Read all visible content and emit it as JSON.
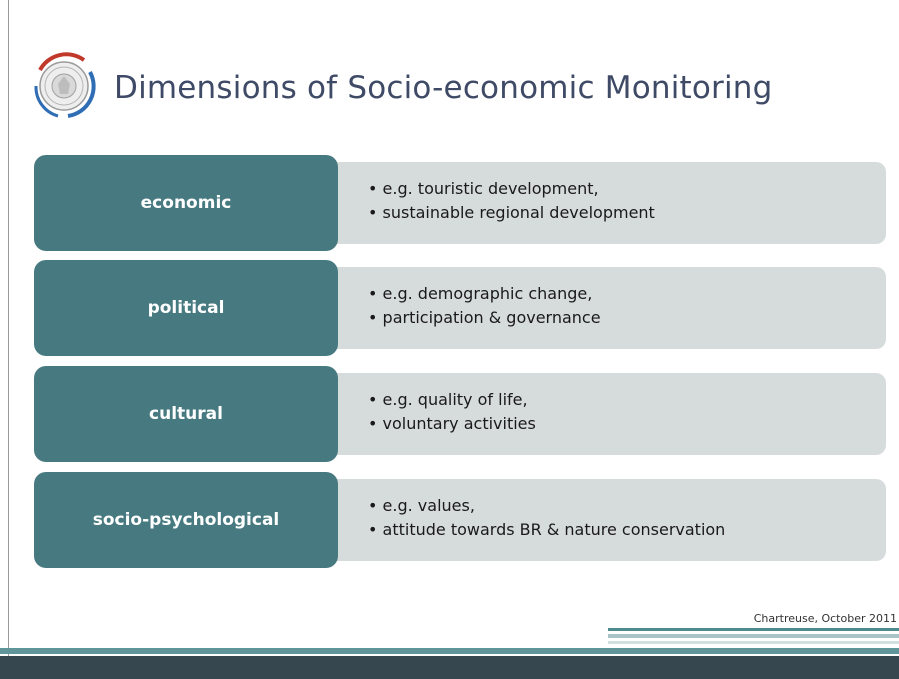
{
  "slide": {
    "title": "Dimensions of Socio-economic Monitoring",
    "logo": "university-seal-logo"
  },
  "dimensions": [
    {
      "label": "economic",
      "bullets": [
        "e.g. touristic development,",
        "sustainable regional development"
      ]
    },
    {
      "label": "political",
      "bullets": [
        "e.g. demographic change,",
        "participation & governance"
      ]
    },
    {
      "label": "cultural",
      "bullets": [
        "e.g. quality of life,",
        "voluntary activities"
      ]
    },
    {
      "label": "socio-psychological",
      "bullets": [
        "e.g. values,",
        "attitude towards BR & nature conservation"
      ]
    }
  ],
  "footer": {
    "text": "Chartreuse,  October 2011"
  },
  "colors": {
    "title": "#3f4a66",
    "label_box": "#477a80",
    "desc_box": "#d6dbdc",
    "footer_bar_dark": "#37474f",
    "footer_bar_teal": "#4f8a8f"
  }
}
